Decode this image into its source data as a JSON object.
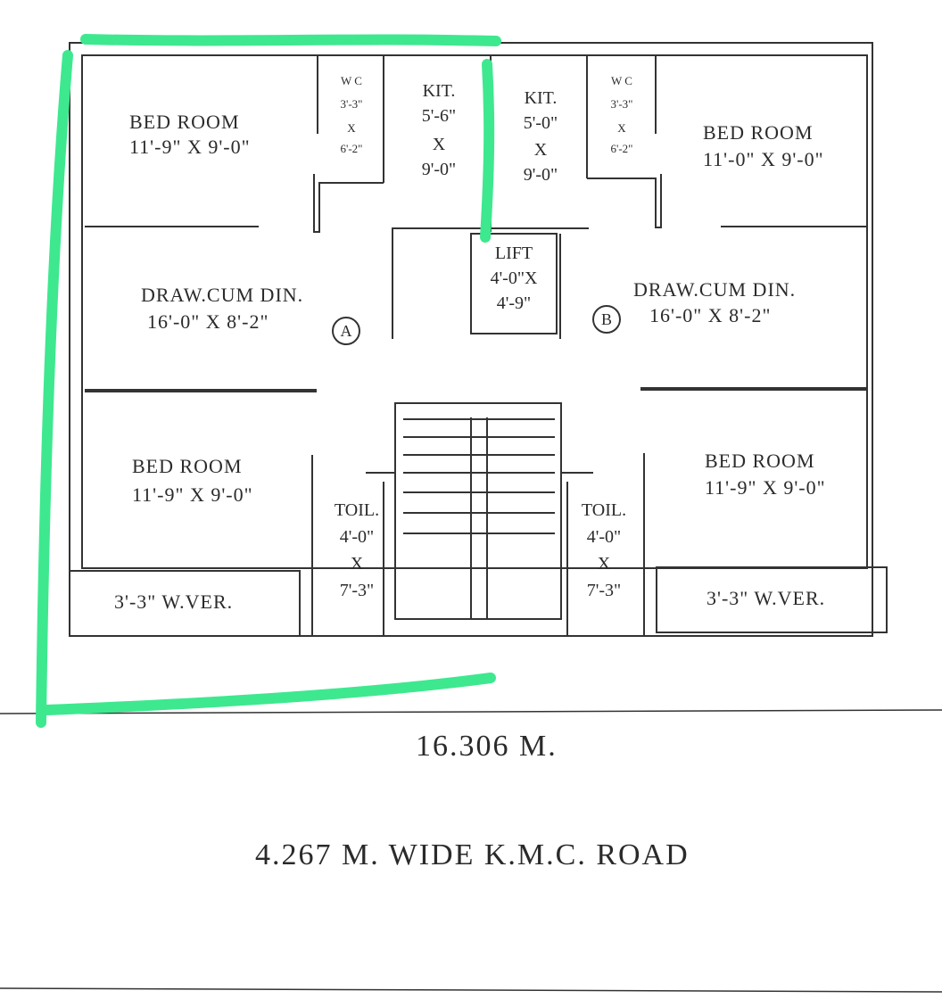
{
  "rooms": {
    "bed_tl": {
      "name": "BED ROOM",
      "size": "11'-9\" X 9'-0\""
    },
    "wc_l": {
      "name": "W C",
      "w": "3'-3\"",
      "x": "X",
      "h": "6'-2\""
    },
    "kit_l": {
      "name": "KIT.",
      "w": "5'-6\"",
      "x": "X",
      "h": "9'-0\""
    },
    "kit_r": {
      "name": "KIT.",
      "w": "5'-0\"",
      "x": "X",
      "h": "9'-0\""
    },
    "wc_r": {
      "name": "W C",
      "w": "3'-3\"",
      "x": "X",
      "h": "6'-2\""
    },
    "bed_tr": {
      "name": "BED ROOM",
      "size": "11'-0\" X 9'-0\""
    },
    "lift": {
      "name": "LIFT",
      "w": "4'-0\"X",
      "h": "4'-9\""
    },
    "draw_l": {
      "name": "DRAW.CUM DIN.",
      "size": "16'-0\" X 8'-2\""
    },
    "draw_r": {
      "name": "DRAW.CUM DIN.",
      "size": "16'-0\" X 8'-2\""
    },
    "bed_bl": {
      "name": "BED ROOM",
      "size": "11'-9\" X 9'-0\""
    },
    "bed_br": {
      "name": "BED ROOM",
      "size": "11'-9\" X 9'-0\""
    },
    "toil_l": {
      "name": "TOIL.",
      "w": "4'-0\"",
      "x": "X",
      "h": "7'-3\""
    },
    "toil_r": {
      "name": "TOIL.",
      "w": "4'-0\"",
      "x": "X",
      "h": "7'-3\""
    },
    "wver_l": {
      "name": "3'-3\" W.VER."
    },
    "wver_r": {
      "name": "3'-3\" W.VER."
    }
  },
  "markers": {
    "a": "A",
    "b": "B"
  },
  "footer": {
    "width": "16.306 M.",
    "road": "4.267 M. WIDE  K.M.C. ROAD"
  },
  "colors": {
    "highlight": "#3ee88f",
    "ink": "#333333"
  }
}
